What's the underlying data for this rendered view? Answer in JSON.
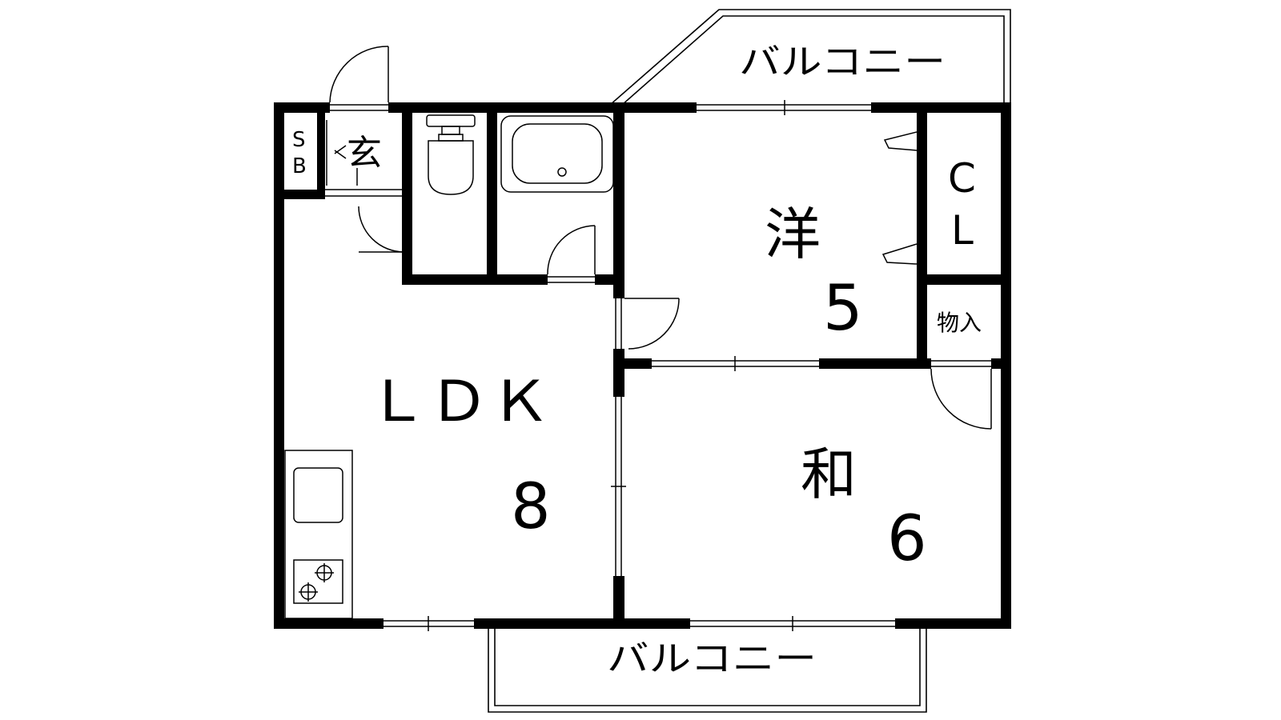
{
  "balcony_top_label": "バルコニー",
  "balcony_bottom_label": "バルコニー",
  "entrance_label": "玄",
  "shoe_box_label_top": "S",
  "shoe_box_label_bottom": "B",
  "western_room": {
    "label": "洋",
    "size": "5"
  },
  "closet_label_top": "C",
  "closet_label_bottom": "L",
  "storage_label": "物入",
  "ldk": {
    "label": "ＬＤＫ",
    "size": "8"
  },
  "japanese_room": {
    "label": "和",
    "size": "6"
  },
  "colors": {
    "wall": "#000000",
    "background": "#ffffff",
    "line": "#000000"
  }
}
